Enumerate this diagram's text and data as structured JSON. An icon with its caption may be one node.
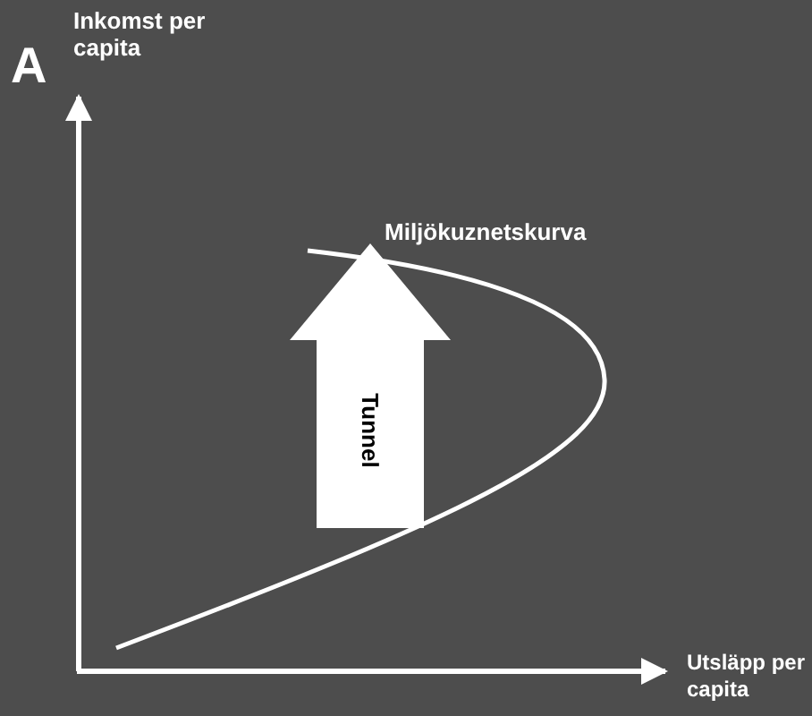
{
  "diagram": {
    "nodes": [
      {
        "text": [
          "Tunnel"
        ]
      }
    ],
    "labels": [
      "A",
      "Inkomst per capita",
      "Miljökuznetskurva",
      "Utsläpp per capita"
    ]
  }
}
